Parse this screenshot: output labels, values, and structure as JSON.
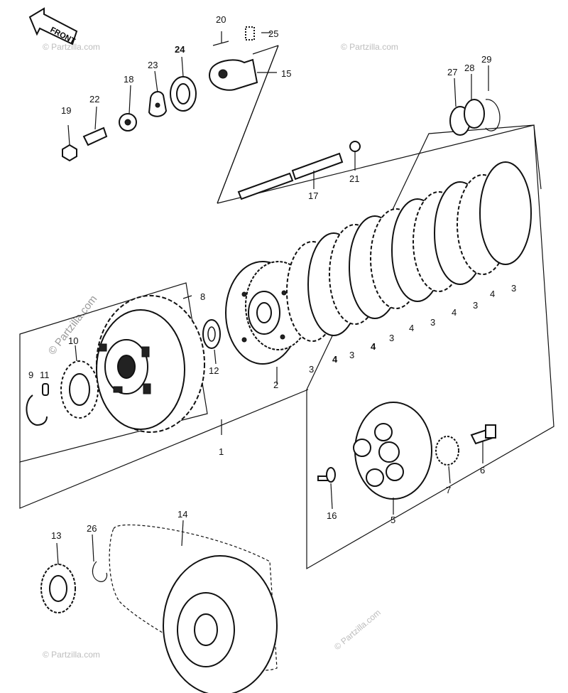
{
  "front_label": "FRONT",
  "watermark": "© Partzilla.com",
  "watermark_diag": "© Partzilla.com",
  "callouts": [
    {
      "id": "1",
      "text": "1"
    },
    {
      "id": "2",
      "text": "2"
    },
    {
      "id": "3",
      "text": "3"
    },
    {
      "id": "4",
      "text": "4"
    },
    {
      "id": "5",
      "text": "5"
    },
    {
      "id": "6",
      "text": "6"
    },
    {
      "id": "7",
      "text": "7"
    },
    {
      "id": "8",
      "text": "8"
    },
    {
      "id": "9",
      "text": "9"
    },
    {
      "id": "10",
      "text": "10"
    },
    {
      "id": "11",
      "text": "11"
    },
    {
      "id": "12",
      "text": "12"
    },
    {
      "id": "13",
      "text": "13"
    },
    {
      "id": "14",
      "text": "14"
    },
    {
      "id": "15",
      "text": "15"
    },
    {
      "id": "16",
      "text": "16"
    },
    {
      "id": "17",
      "text": "17"
    },
    {
      "id": "18",
      "text": "18"
    },
    {
      "id": "19",
      "text": "19"
    },
    {
      "id": "20",
      "text": "20"
    },
    {
      "id": "21",
      "text": "21"
    },
    {
      "id": "22",
      "text": "22"
    },
    {
      "id": "23",
      "text": "23"
    },
    {
      "id": "24",
      "text": "24"
    },
    {
      "id": "25",
      "text": "25"
    },
    {
      "id": "26",
      "text": "26"
    },
    {
      "id": "27",
      "text": "27"
    },
    {
      "id": "28",
      "text": "28"
    },
    {
      "id": "29",
      "text": "29"
    }
  ]
}
